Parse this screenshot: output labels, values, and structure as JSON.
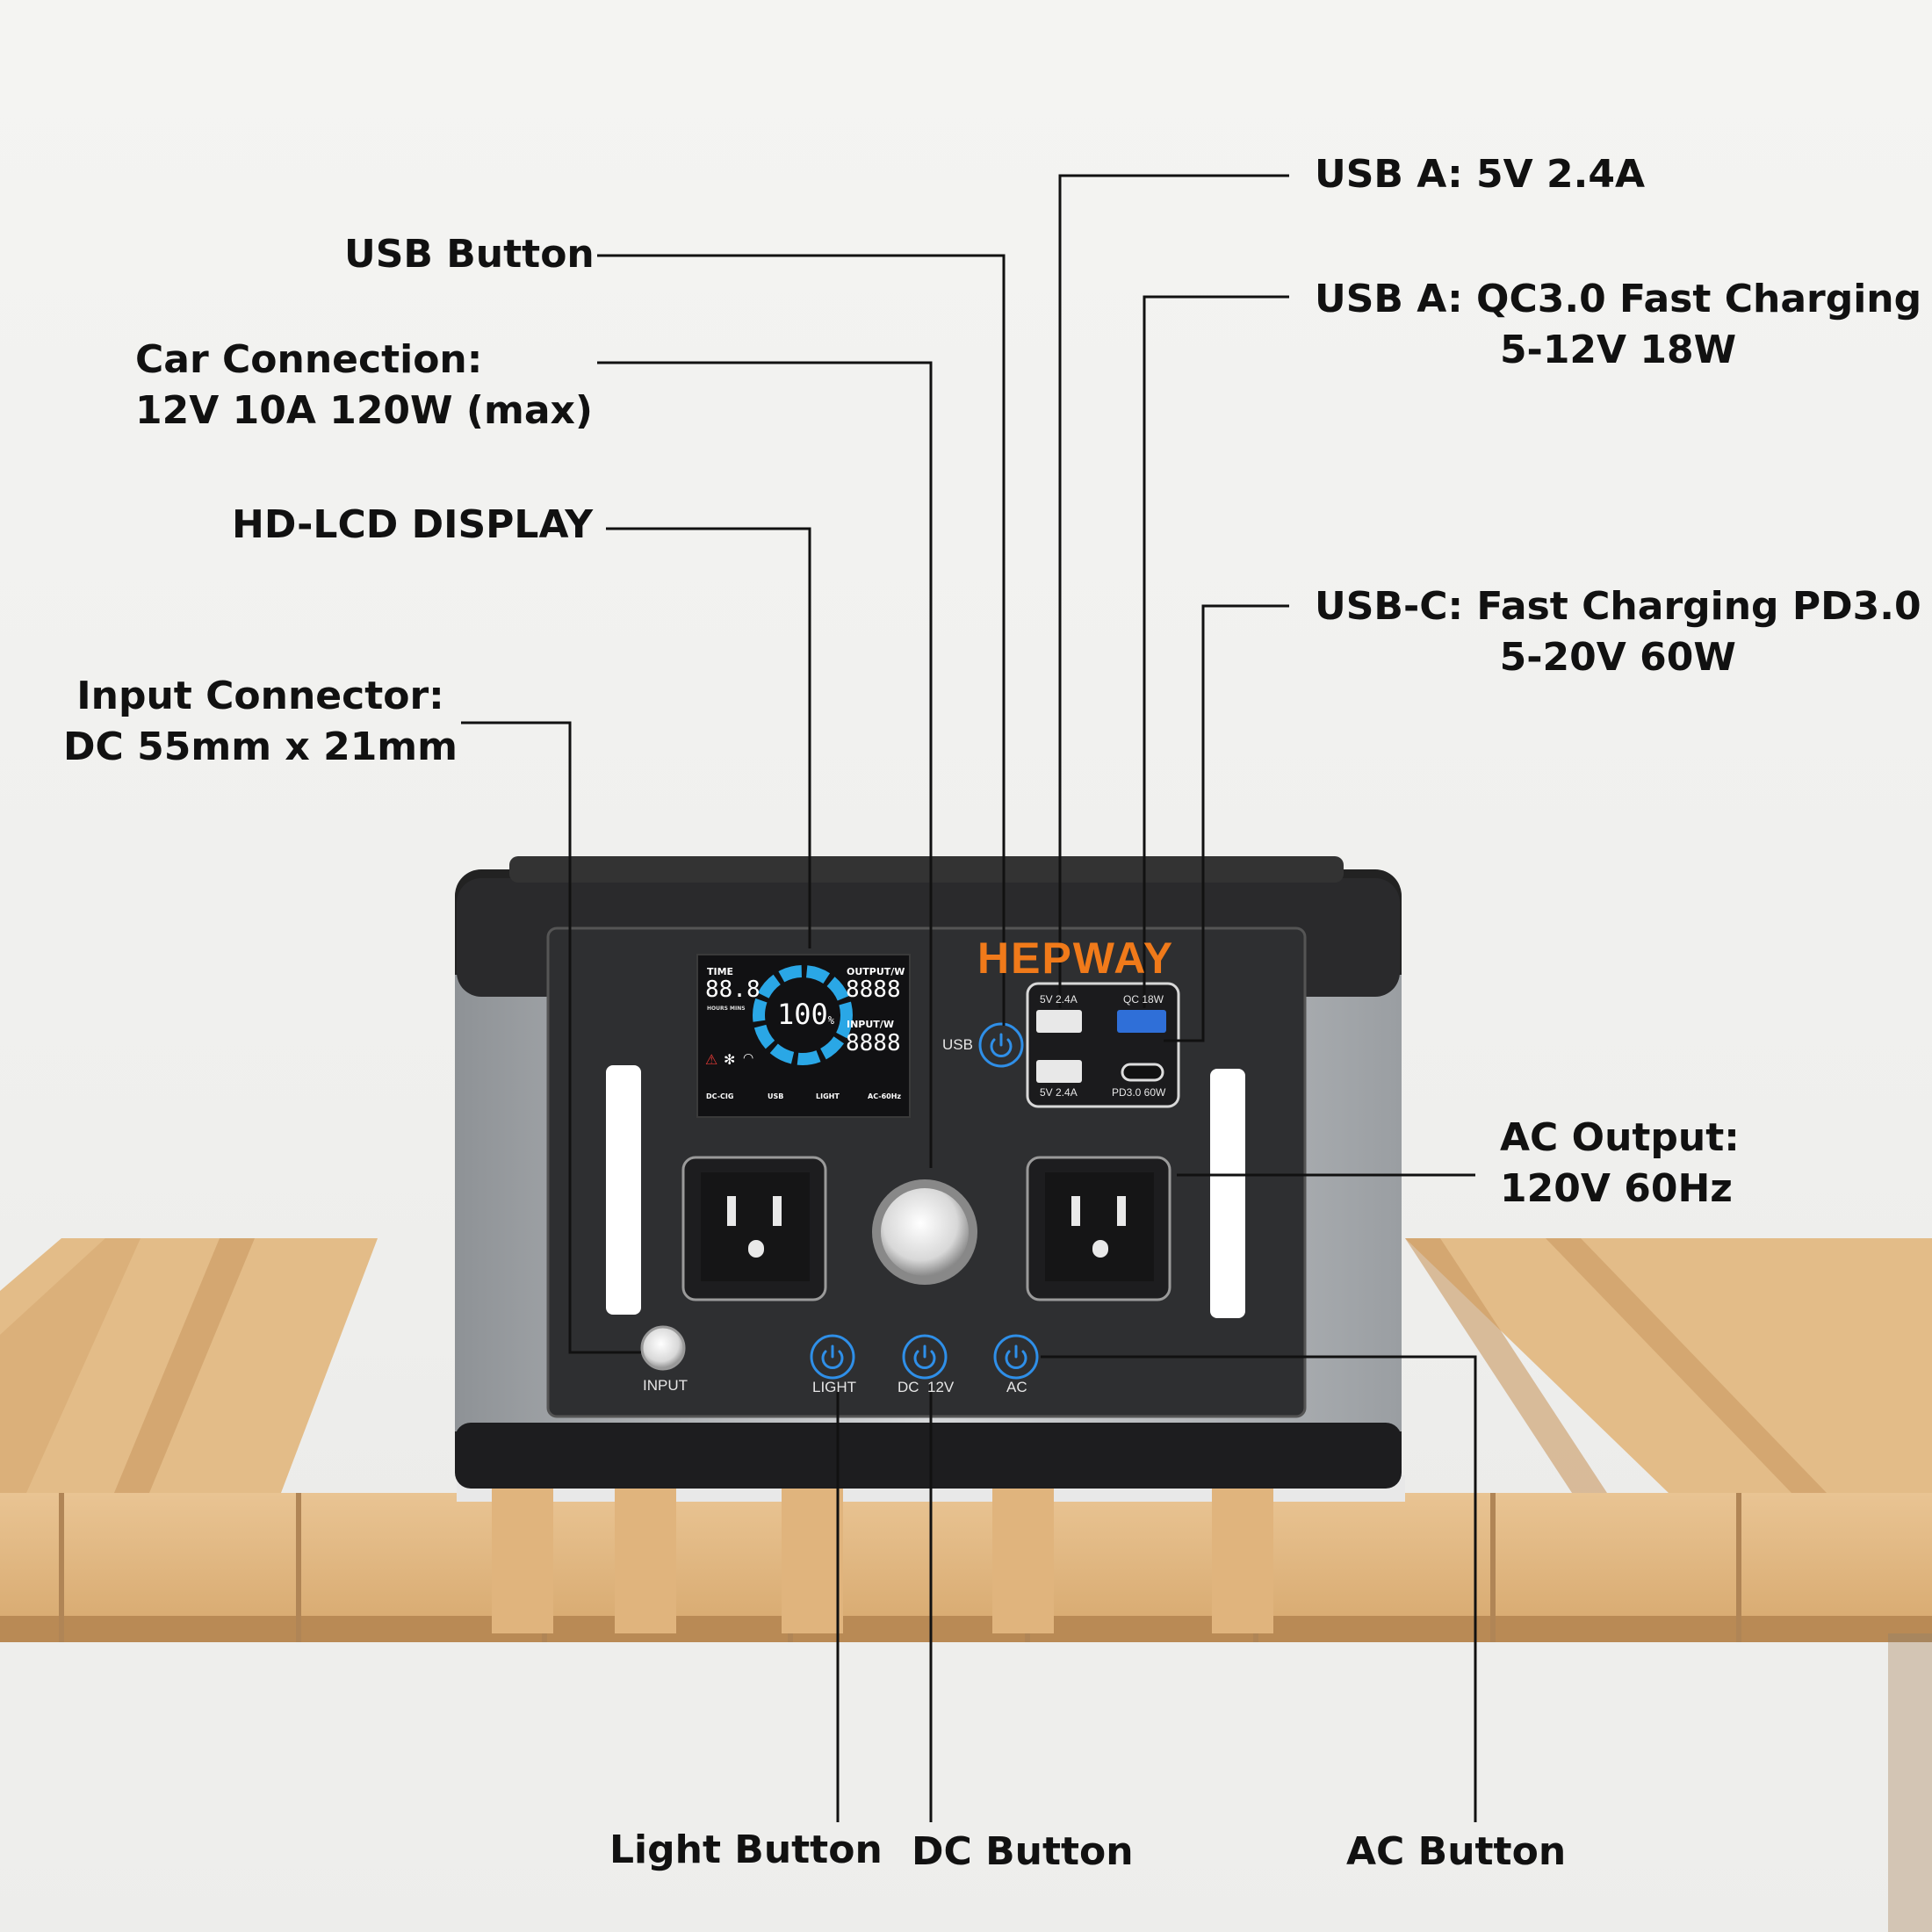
{
  "product": {
    "brand": "HEPWAY",
    "panel_labels": {
      "usb_button": "USB",
      "input": "INPUT",
      "light": "LIGHT",
      "dc": "DC  12V",
      "ac": "AC",
      "usb_a1": "5V  2.4A",
      "usb_a2": "5V  2.4A",
      "qc": "QC  18W",
      "pd": "PD3.0  60W"
    },
    "lcd": {
      "time_label": "TIME",
      "time_value": "88.8",
      "time_units": "HOURS  MINS",
      "output_label": "OUTPUT/W",
      "output_value": "8888",
      "input_label": "INPUT/W",
      "input_value": "8888",
      "battery_percent": "100",
      "percent_sign": "%",
      "icons": [
        "DC-CIG",
        "USB",
        "LIGHT",
        "AC-60Hz"
      ]
    }
  },
  "callouts": {
    "usb_a_1": "USB A: 5V 2.4A",
    "usb_button": "USB Button",
    "usb_a_qc_1": "USB A: QC3.0 Fast Charging",
    "usb_a_qc_2": "5-12V 18W",
    "car_1": "Car Connection:",
    "car_2": "12V 10A 120W (max)",
    "lcd": "HD-LCD DISPLAY",
    "usbc_1": "USB-C: Fast Charging PD3.0",
    "usbc_2": "5-20V 60W",
    "input_1": "Input Connector:",
    "input_2": "DC 55mm x 21mm",
    "ac_out_1": "AC Output:",
    "ac_out_2": "120V 60Hz",
    "light_button": "Light Button",
    "dc_button": "DC Button",
    "ac_button": "AC Button"
  },
  "colors": {
    "brand_orange": "#f07a1a",
    "button_blue": "#2f8fe8",
    "lcd_blue": "#2aa7e6",
    "panel_dark": "#2e2f31",
    "wood": "#e2b983"
  }
}
